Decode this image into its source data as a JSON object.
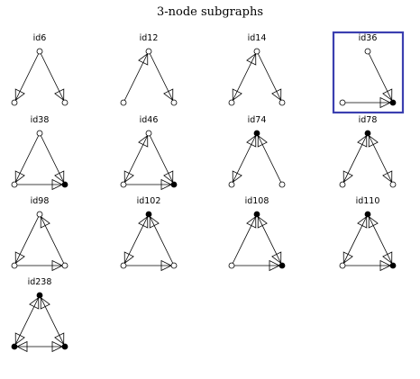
{
  "title": "3-node subgraphs",
  "highlight_color": "#3b3fb0",
  "subgraphs": [
    {
      "id": "id6",
      "edges": [
        [
          "T",
          "L"
        ],
        [
          "T",
          "R"
        ]
      ]
    },
    {
      "id": "id12",
      "edges": [
        [
          "L",
          "T"
        ],
        [
          "T",
          "R"
        ]
      ]
    },
    {
      "id": "id14",
      "edges": [
        [
          "T",
          "L"
        ],
        [
          "L",
          "T"
        ],
        [
          "T",
          "R"
        ]
      ]
    },
    {
      "id": "id36",
      "edges": [
        [
          "T",
          "R"
        ],
        [
          "L",
          "R"
        ]
      ],
      "highlighted": true
    },
    {
      "id": "id38",
      "edges": [
        [
          "T",
          "L"
        ],
        [
          "T",
          "R"
        ],
        [
          "L",
          "R"
        ]
      ]
    },
    {
      "id": "id46",
      "edges": [
        [
          "T",
          "L"
        ],
        [
          "L",
          "T"
        ],
        [
          "T",
          "R"
        ],
        [
          "L",
          "R"
        ]
      ]
    },
    {
      "id": "id74",
      "edges": [
        [
          "L",
          "T"
        ],
        [
          "R",
          "T"
        ],
        [
          "T",
          "L"
        ]
      ]
    },
    {
      "id": "id78",
      "edges": [
        [
          "L",
          "T"
        ],
        [
          "R",
          "T"
        ],
        [
          "T",
          "L"
        ],
        [
          "T",
          "R"
        ]
      ]
    },
    {
      "id": "id98",
      "edges": [
        [
          "R",
          "T"
        ],
        [
          "T",
          "L"
        ],
        [
          "L",
          "R"
        ]
      ]
    },
    {
      "id": "id102",
      "edges": [
        [
          "R",
          "T"
        ],
        [
          "T",
          "L"
        ],
        [
          "L",
          "R"
        ],
        [
          "L",
          "T"
        ]
      ]
    },
    {
      "id": "id108",
      "edges": [
        [
          "L",
          "T"
        ],
        [
          "R",
          "T"
        ],
        [
          "T",
          "R"
        ],
        [
          "L",
          "R"
        ]
      ]
    },
    {
      "id": "id110",
      "edges": [
        [
          "L",
          "T"
        ],
        [
          "R",
          "T"
        ],
        [
          "T",
          "L"
        ],
        [
          "T",
          "R"
        ],
        [
          "L",
          "R"
        ]
      ]
    },
    {
      "id": "id238",
      "edges": [
        [
          "L",
          "T"
        ],
        [
          "R",
          "T"
        ],
        [
          "T",
          "L"
        ],
        [
          "T",
          "R"
        ],
        [
          "L",
          "R"
        ],
        [
          "R",
          "L"
        ]
      ]
    }
  ]
}
